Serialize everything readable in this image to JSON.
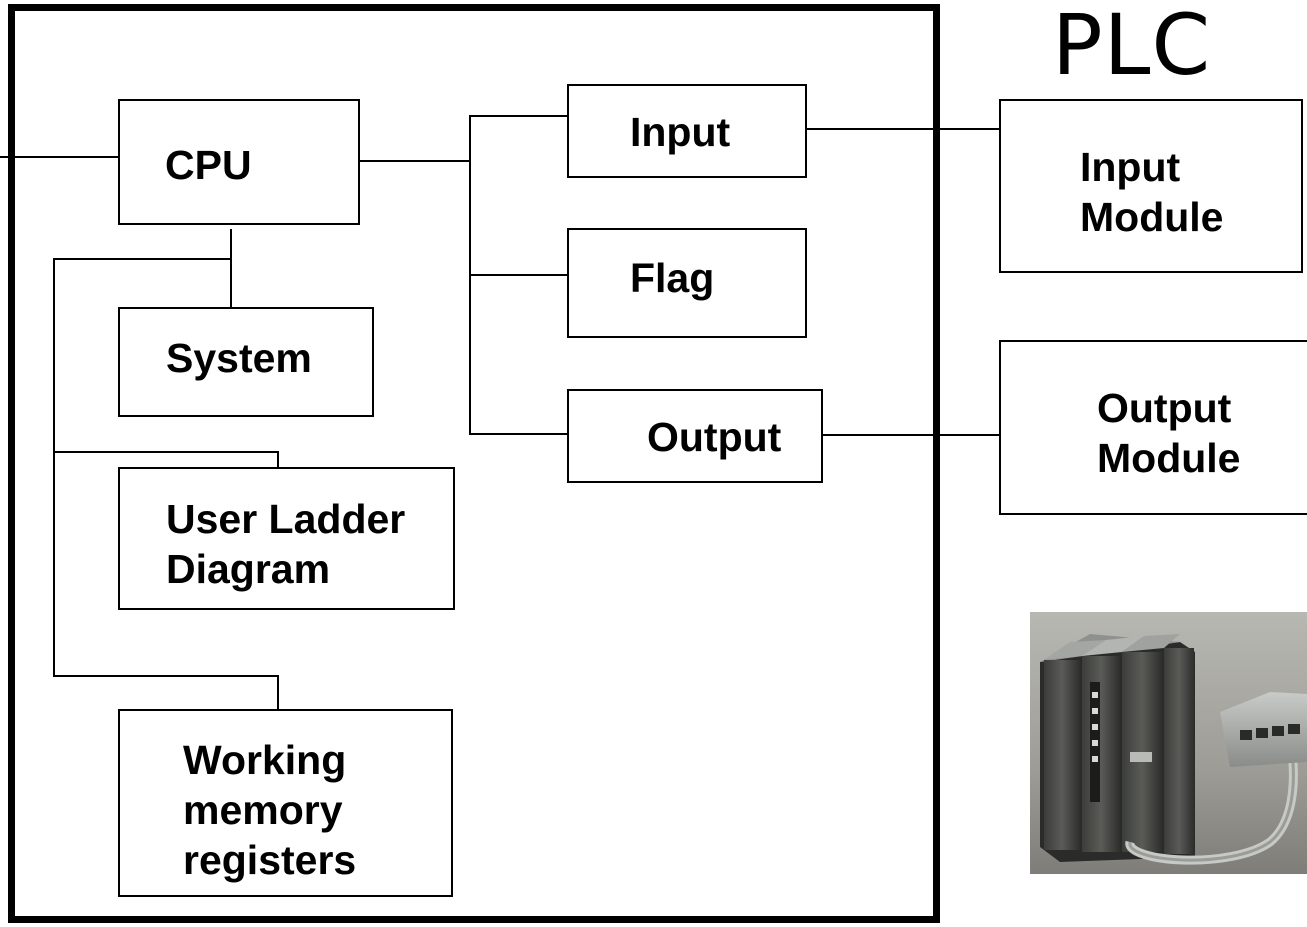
{
  "title": "PLC",
  "plc_boxes": {
    "cpu": "CPU",
    "system": "System",
    "user_ladder": [
      "User Ladder",
      "Diagram"
    ],
    "working_memory": [
      "Working",
      "memory",
      "registers"
    ],
    "input": "Input",
    "flag": "Flag",
    "output": "Output"
  },
  "modules": {
    "input_module": [
      "Input",
      "Module"
    ],
    "output_module": [
      "Output",
      "Module"
    ]
  },
  "photo": {
    "icon": "plc-hardware-photo"
  },
  "colors": {
    "line": "#000000",
    "background": "#ffffff"
  }
}
